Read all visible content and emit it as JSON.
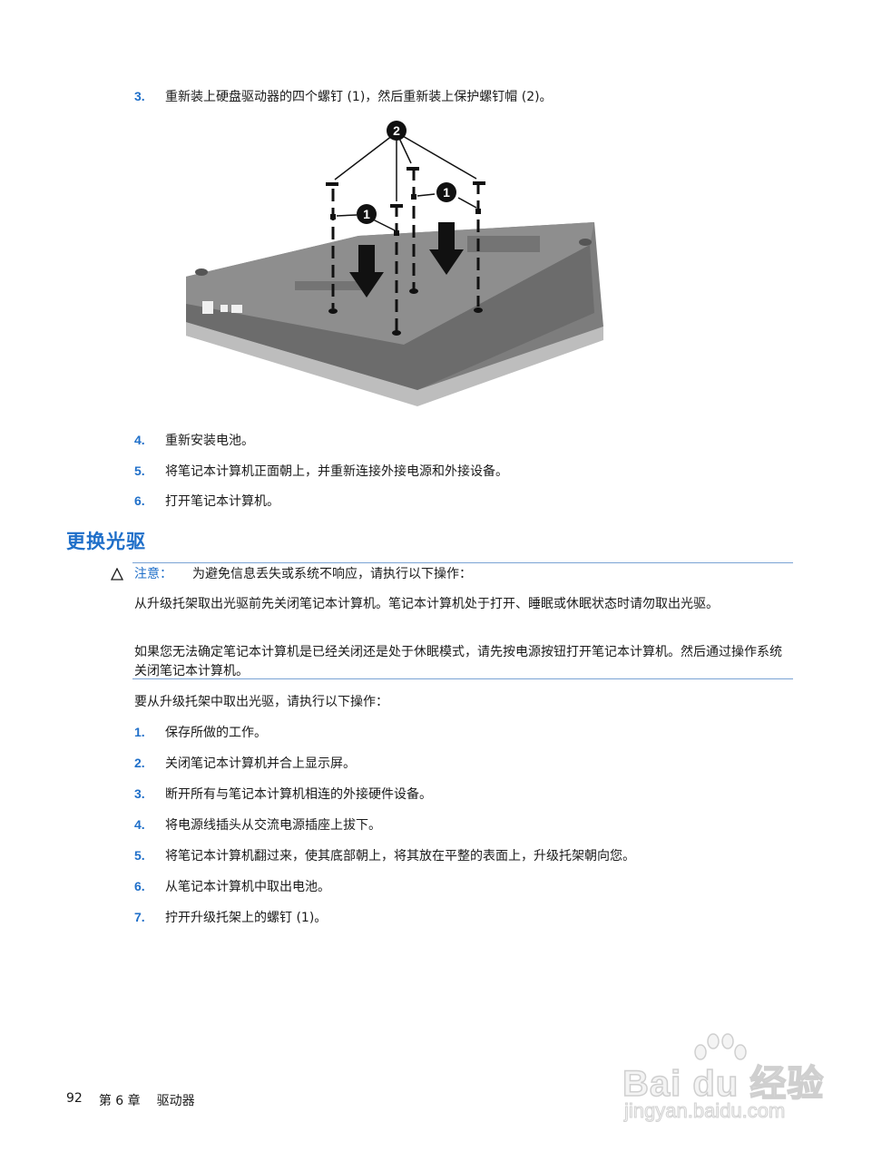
{
  "top_steps": [
    {
      "number": "3.",
      "text": "重新装上硬盘驱动器的四个螺钉 (1)，然后重新装上保护螺钉帽 (2)。"
    },
    {
      "number": "4.",
      "text": "重新安装电池。"
    },
    {
      "number": "5.",
      "text": "将笔记本计算机正面朝上，并重新连接外接电源和外接设备。"
    },
    {
      "number": "6.",
      "text": "打开笔记本计算机。"
    }
  ],
  "figure": {
    "description": "laptop-bottom-hard-drive-screws",
    "callouts": [
      "1",
      "2"
    ]
  },
  "section": {
    "heading": "更换光驱",
    "caution": {
      "icon": "warning-triangle-icon",
      "label": "注意：",
      "text": "为避免信息丢失或系统不响应，请执行以下操作：",
      "paragraphs": [
        "从升级托架取出光驱前先关闭笔记本计算机。笔记本计算机处于打开、睡眠或休眠状态时请勿取出光驱。",
        "如果您无法确定笔记本计算机是已经关闭还是处于休眠模式，请先按电源按钮打开笔记本计算机。然后通过操作系统关闭笔记本计算机。"
      ]
    },
    "intro": "要从升级托架中取出光驱，请执行以下操作：",
    "steps": [
      {
        "number": "1.",
        "text": "保存所做的工作。"
      },
      {
        "number": "2.",
        "text": "关闭笔记本计算机并合上显示屏。"
      },
      {
        "number": "3.",
        "text": "断开所有与笔记本计算机相连的外接硬件设备。"
      },
      {
        "number": "4.",
        "text": "将电源线插头从交流电源插座上拔下。"
      },
      {
        "number": "5.",
        "text": "将笔记本计算机翻过来，使其底部朝上，将其放在平整的表面上，升级托架朝向您。"
      },
      {
        "number": "6.",
        "text": "从笔记本计算机中取出电池。"
      },
      {
        "number": "7.",
        "text": "拧开升级托架上的螺钉 (1)。"
      }
    ]
  },
  "footer": {
    "page_number": "92",
    "chapter": "第 6 章",
    "chapter_title": "驱动器"
  },
  "watermark": {
    "brand": "Bai du 经验",
    "url": "jingyan.baidu.com"
  },
  "colors": {
    "accent": "#1f6fc9",
    "rule": "#7aa3d4",
    "text": "#1a1a1a"
  }
}
